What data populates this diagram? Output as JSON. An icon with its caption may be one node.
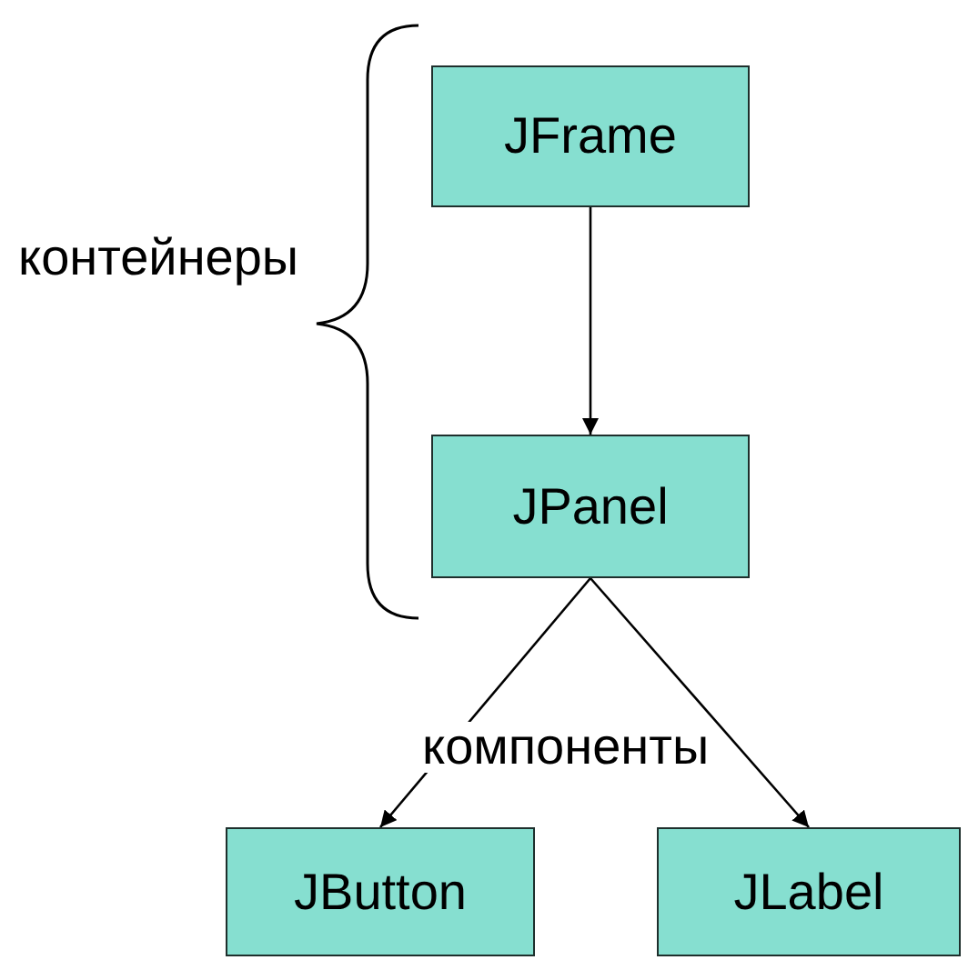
{
  "diagram": {
    "nodes": [
      {
        "text": [
          "JFrame"
        ]
      },
      {
        "text": [
          "JPanel"
        ]
      },
      {
        "text": [
          "JButton"
        ]
      },
      {
        "text": [
          "JLabel"
        ]
      }
    ],
    "edges": [
      {
        "from": 0,
        "to": 1,
        "arrow": "to"
      },
      {
        "from": 1,
        "to": 2,
        "arrow": "to"
      },
      {
        "from": 1,
        "to": 3,
        "arrow": "to"
      }
    ],
    "labels": [
      "контейнеры",
      "компоненты"
    ]
  }
}
